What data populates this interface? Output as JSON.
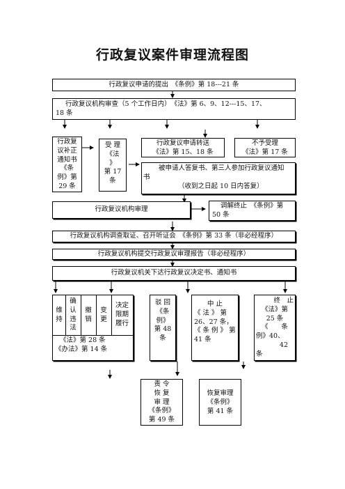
{
  "title": "行政复议案件审理流程图",
  "steps": {
    "s1": "行政复议申请的提出　《条例》第 18---21 条",
    "s2a": "行政复议机构审查（5 个工作日内）　《法》第 6、9、12---15、17、",
    "s2b": "18 条",
    "b_buzheng": [
      "行政复",
      "议补正",
      "通知书",
      "《条",
      "例》第",
      "29 条"
    ],
    "b_shouli": [
      "受 理",
      "《法",
      "》",
      "第 17",
      "条"
    ],
    "b_zhuansong": [
      "行政复议申请转送",
      "《法》第 15、18 条"
    ],
    "b_buyu": [
      "不予受理",
      "《法》第 17 条"
    ],
    "b_dafu_a": "被申请人答复书、第三人参加行政复议通知",
    "b_dafu_b": "书",
    "b_dafu_c": "（收到之日起 10 日内答复）",
    "b_shenli": "行政复议机构审理",
    "b_tiaojie": [
      "调解终止　《条例》第",
      "50 条"
    ],
    "b_diaocha": "行政复议机构调查取证、召开听证会　《条例》第 33 条（非必经程序）",
    "b_baogao": "行政复议机构提交行政复议审理报告（非必经程序）",
    "b_jueding": "行政复议机关下达行政复议决定书、通知书",
    "decisions": {
      "weichi": [
        "维",
        "持"
      ],
      "queren": [
        "确",
        "认",
        "违",
        "法"
      ],
      "chexiao": [
        "撤",
        "销"
      ],
      "biangeng": [
        "变",
        "更"
      ],
      "xianqi": [
        "决定",
        "限期",
        "履行"
      ],
      "law1": "《法》第 28 条",
      "law2": "《办法》第 14 条"
    },
    "b_bohui": [
      "驳 回",
      "《条",
      "例》",
      "第 48",
      "条"
    ],
    "b_zhongzhi": [
      "中 止",
      "《 法 》 第",
      "26、27 条，",
      "《 条 例 》 第",
      "41 条"
    ],
    "b_zhongzhi2": [
      "终　止",
      "《法》第",
      "25 条",
      "《　　条",
      "例》40、",
      "42",
      "条"
    ],
    "b_zeling": [
      "责 令",
      "恢 复",
      "审 理",
      "《条例》",
      "第 49 条"
    ],
    "b_huifu": [
      "恢复审理",
      "《条例》",
      "第 41 条"
    ]
  }
}
